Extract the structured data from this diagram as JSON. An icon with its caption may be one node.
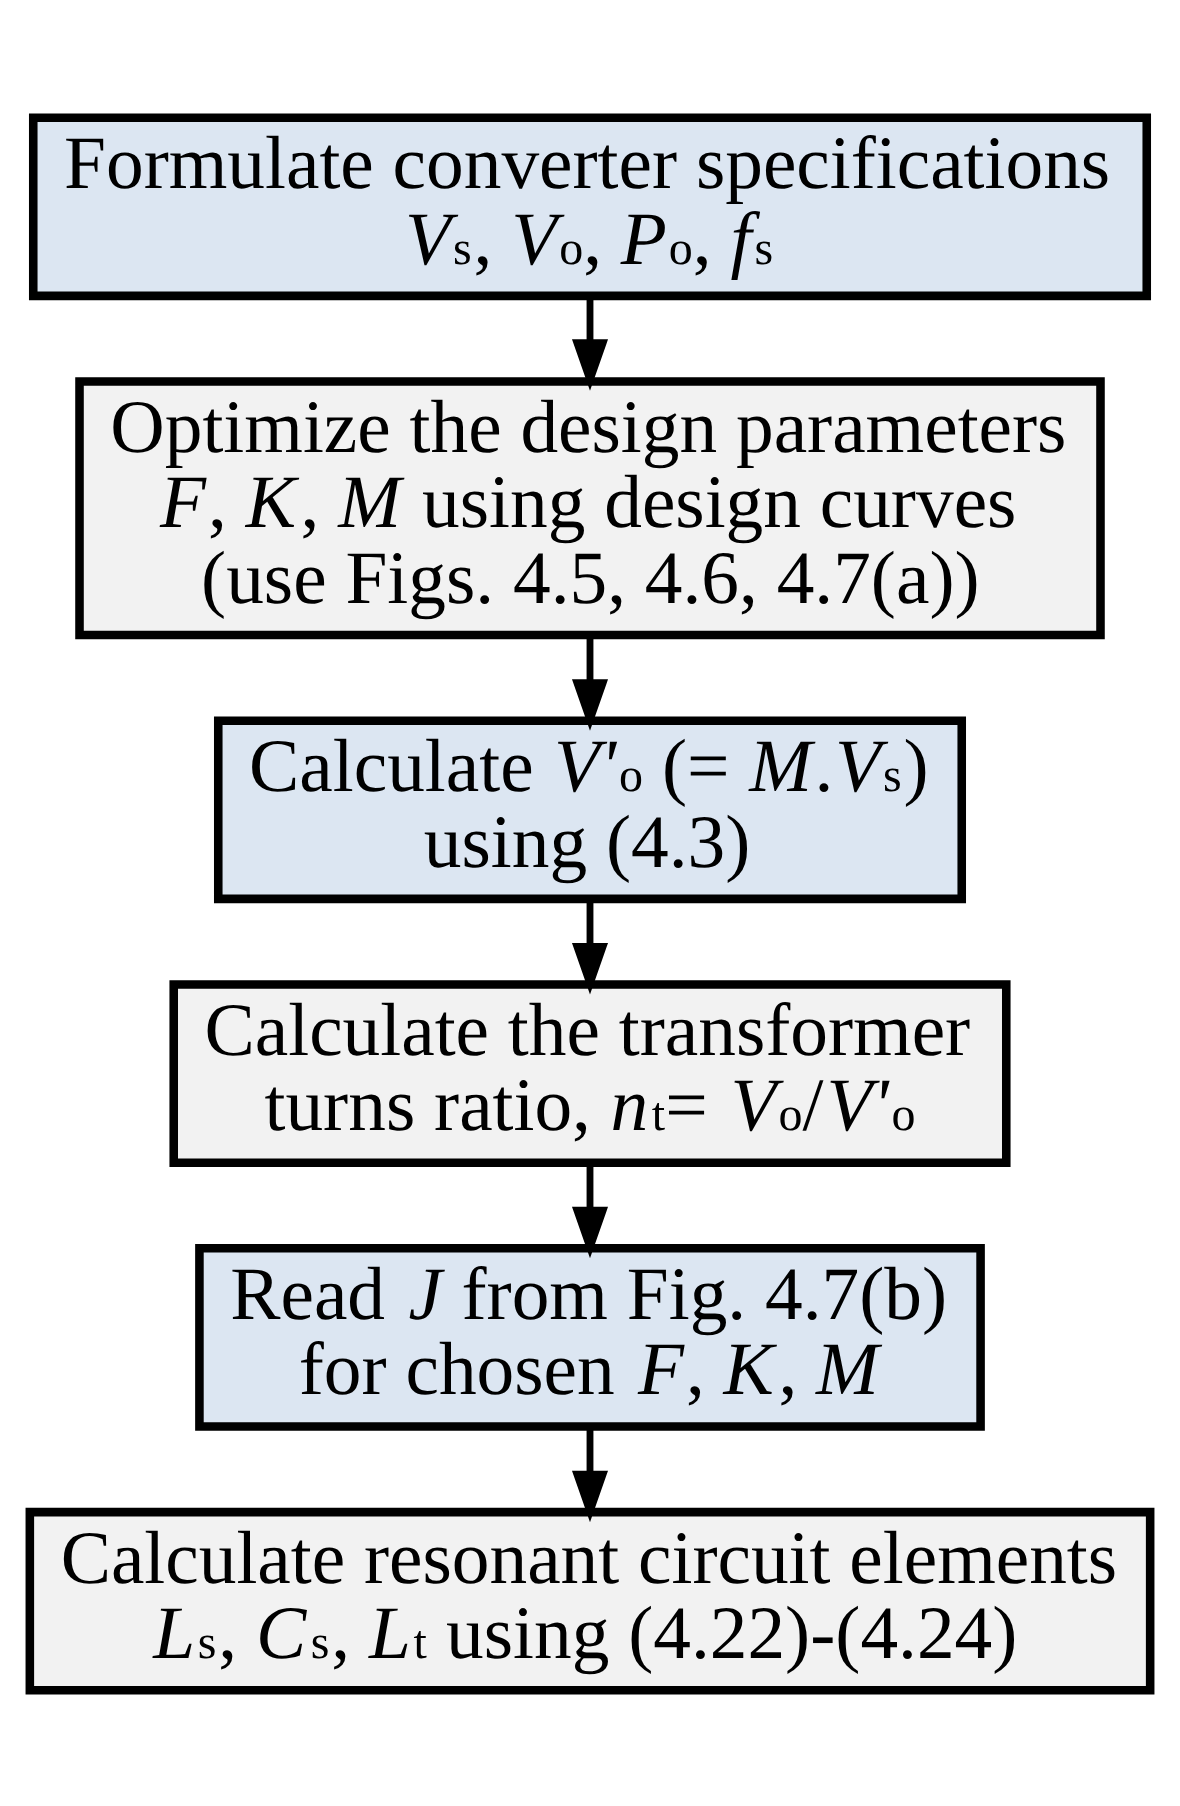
{
  "diagram": {
    "nodes": [
      {
        "text": [
          "Formulate converter specifications",
          "*V*$_{s}$, *V*$_{o}$, *P*$_{o}$, *f*$_{s}$"
        ]
      },
      {
        "text": [
          "Optimize the design parameters",
          "*F*, *K*, *M* using design curves",
          "(use Figs. 4.5, 4.6, 4.7(a))"
        ]
      },
      {
        "text": [
          "Calculate *V'*$_{o}$ (= *M*.*V*$_{s}$)",
          "using (4.3)"
        ]
      },
      {
        "text": [
          "Calculate the transformer",
          "turns ratio, *n*$_{t}$= *V*$_{o}$/*V'*$_{o}$"
        ]
      },
      {
        "text": [
          "Read *J* from Fig. 4.7(b)",
          "for chosen *F*, *K*, *M*"
        ]
      },
      {
        "text": [
          "Calculate resonant circuit elements",
          "*L*$_{s}$, *C*$_{s}$, *L*$_{t}$ using (4.22)-(4.24)"
        ]
      }
    ],
    "edges": [
      {
        "from": 0,
        "to": 1,
        "arrow": "to"
      },
      {
        "from": 1,
        "to": 2,
        "arrow": "to"
      },
      {
        "from": 2,
        "to": 3,
        "arrow": "to"
      },
      {
        "from": 3,
        "to": 4,
        "arrow": "to"
      },
      {
        "from": 4,
        "to": 5,
        "arrow": "to"
      }
    ]
  }
}
